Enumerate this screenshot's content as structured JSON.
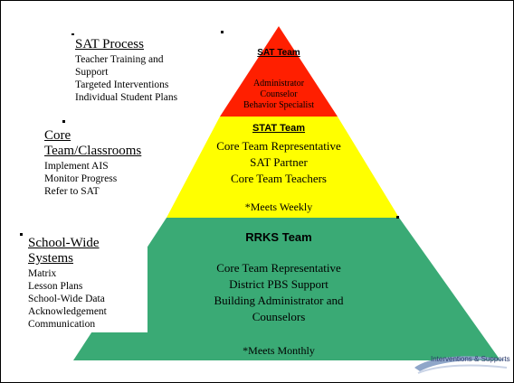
{
  "pyramid": {
    "top": {
      "title": "SAT Team",
      "lines": [
        "Administrator",
        "Counselor",
        "Behavior Specialist"
      ],
      "color": "#ff1f00"
    },
    "middle": {
      "title": "STAT Team",
      "lines": [
        "Core Team Representative",
        "SAT Partner",
        "Core Team Teachers"
      ],
      "note": "*Meets Weekly",
      "color": "#ffff00"
    },
    "bottom": {
      "title": "RRKS Team",
      "lines": [
        "Core Team Representative",
        "District PBS Support",
        "Building Administrator and",
        "Counselors"
      ],
      "note": "*Meets Monthly",
      "color": "#3aaa75"
    }
  },
  "callouts": {
    "sat_process": {
      "heading": "SAT Process",
      "items": [
        "Teacher Training and",
        "Support",
        "Targeted Interventions",
        "Individual Student Plans"
      ]
    },
    "core_team": {
      "heading": "Core Team/Classrooms",
      "items": [
        "Implement AIS",
        "Monitor Progress",
        "Refer to SAT"
      ]
    },
    "school_wide": {
      "heading": "School-Wide Systems",
      "items": [
        "Matrix",
        "Lesson Plans",
        "School-Wide Data",
        "Acknowledgement",
        "Communication"
      ]
    }
  },
  "logo": {
    "text": "Interventions & Supports",
    "icon": "swoosh-logo-icon"
  }
}
